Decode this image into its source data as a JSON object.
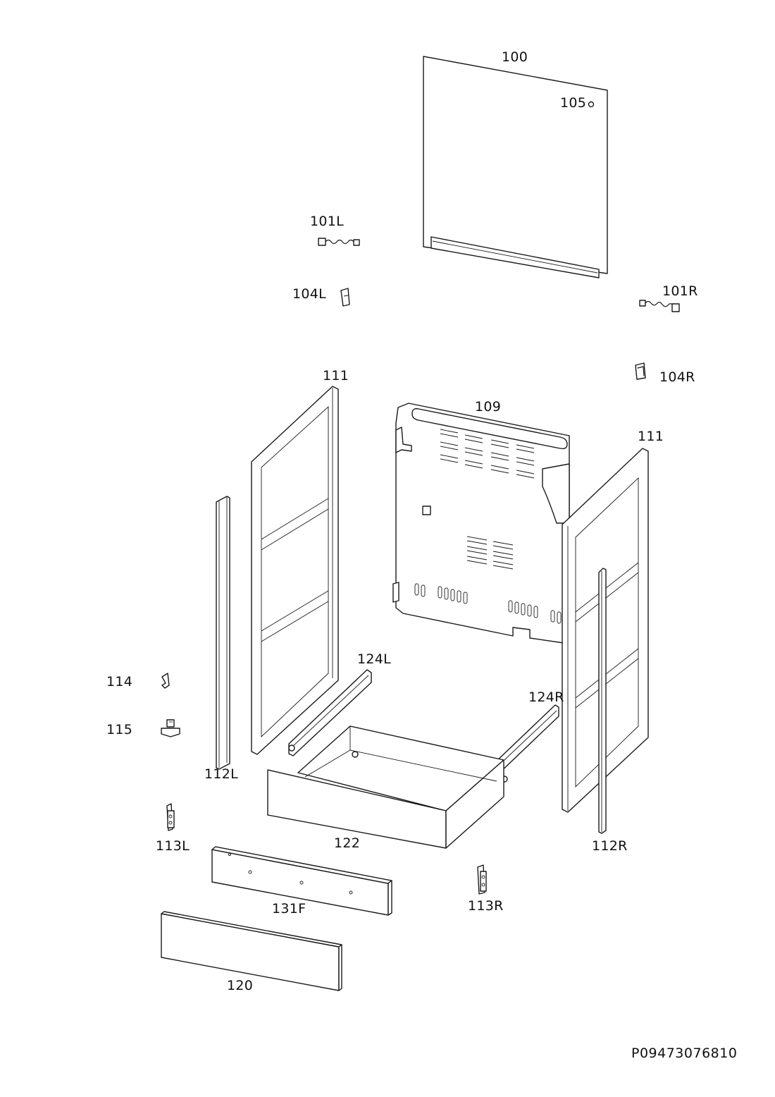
{
  "diagram": {
    "parts": [
      {
        "key": "p100",
        "label": "100"
      },
      {
        "key": "p105",
        "label": "105"
      },
      {
        "key": "p101L",
        "label": "101L"
      },
      {
        "key": "p104L",
        "label": "104L"
      },
      {
        "key": "p101R",
        "label": "101R"
      },
      {
        "key": "p104R",
        "label": "104R"
      },
      {
        "key": "p111a",
        "label": "111"
      },
      {
        "key": "p109",
        "label": "109"
      },
      {
        "key": "p111b",
        "label": "111"
      },
      {
        "key": "p124L",
        "label": "124L"
      },
      {
        "key": "p124R",
        "label": "124R"
      },
      {
        "key": "p114",
        "label": "114"
      },
      {
        "key": "p115",
        "label": "115"
      },
      {
        "key": "p112L",
        "label": "112L"
      },
      {
        "key": "p112R",
        "label": "112R"
      },
      {
        "key": "p113L",
        "label": "113L"
      },
      {
        "key": "p122",
        "label": "122"
      },
      {
        "key": "p131F",
        "label": "131F"
      },
      {
        "key": "p113R",
        "label": "113R"
      },
      {
        "key": "p120",
        "label": "120"
      }
    ],
    "document_number": "P09473076810"
  }
}
